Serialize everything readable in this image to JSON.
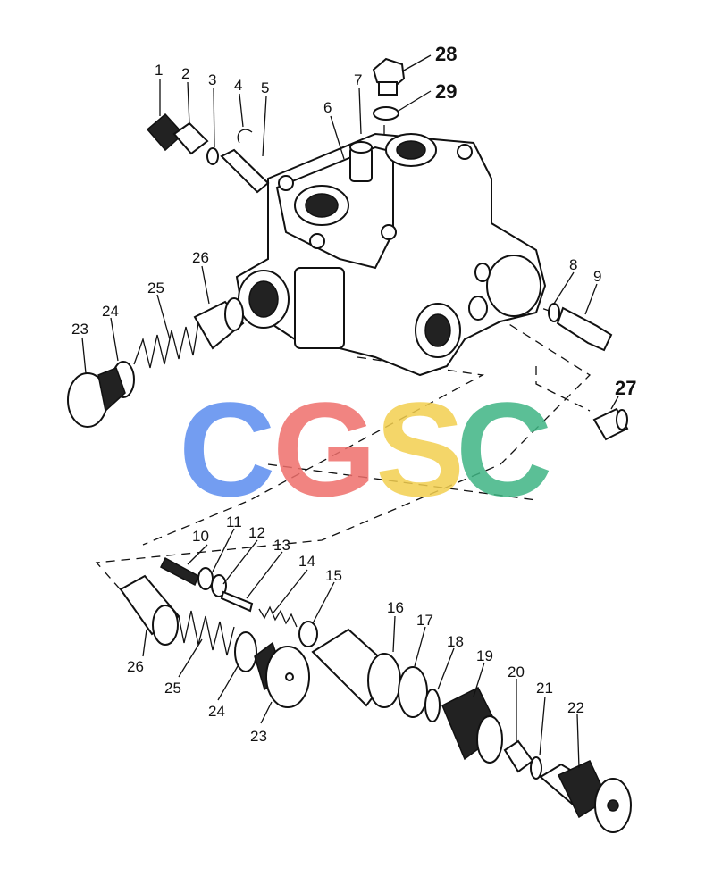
{
  "diagram": {
    "labels": {
      "p1": "1",
      "p2": "2",
      "p3": "3",
      "p4": "4",
      "p5": "5",
      "p6": "6",
      "p7": "7",
      "p8": "8",
      "p9": "9",
      "p10": "10",
      "p11": "11",
      "p12": "12",
      "p13": "13",
      "p14": "14",
      "p15": "15",
      "p16": "16",
      "p17": "17",
      "p18": "18",
      "p19": "19",
      "p20": "20",
      "p21": "21",
      "p22": "22",
      "p23a": "23",
      "p24a": "24",
      "p25a": "25",
      "p26a": "26",
      "p23b": "23",
      "p24b": "24",
      "p25b": "25",
      "p26b": "26",
      "p27": "27",
      "p28": "28",
      "p29": "29"
    },
    "watermark": {
      "letters": [
        "C",
        "G",
        "S",
        "C"
      ],
      "colors": [
        "#5b8def",
        "#ef6f6c",
        "#f3cf4f",
        "#3fb584"
      ]
    }
  }
}
